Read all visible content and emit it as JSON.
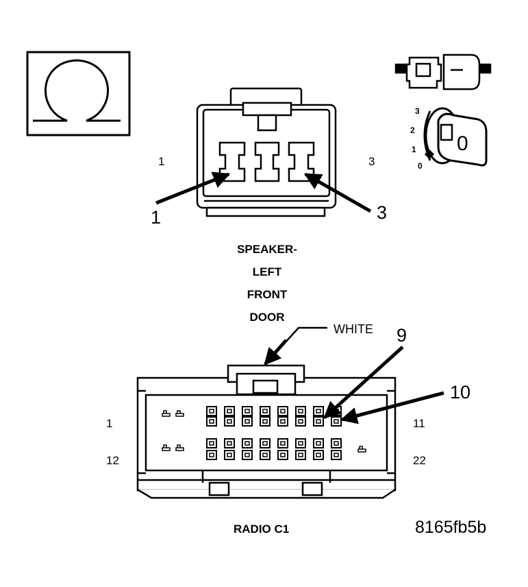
{
  "symbol": {
    "icon": "ohm-icon"
  },
  "switch_icon": {
    "positions": [
      "3",
      "2",
      "1",
      "0"
    ],
    "knob_label": "0"
  },
  "speaker_connector": {
    "title_lines": [
      "SPEAKER-",
      "LEFT",
      "FRONT",
      "DOOR"
    ],
    "pin_left": "1",
    "pin_right": "3",
    "callout_left": "1",
    "callout_right": "3"
  },
  "radio_connector": {
    "title": "RADIO C1",
    "color": "WHITE",
    "row1_left": "1",
    "row1_right": "11",
    "row2_left": "12",
    "row2_right": "22",
    "callout_a": "9",
    "callout_b": "10"
  },
  "figure_id": "8165fb5b"
}
